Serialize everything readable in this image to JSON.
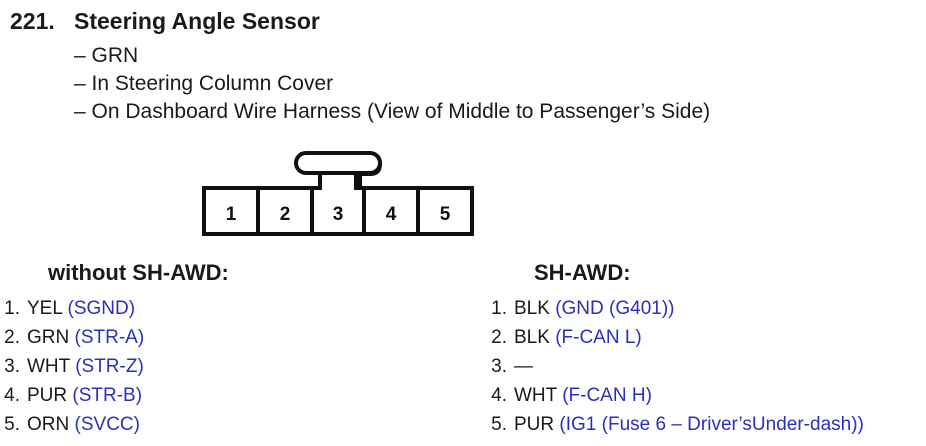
{
  "header": {
    "number": "221.",
    "title": "Steering Angle Sensor"
  },
  "details": [
    "– GRN",
    "– In Steering Column Cover",
    "– On Dashboard Wire Harness (View of Middle to Passenger’s Side)"
  ],
  "connector": {
    "pins": [
      "1",
      "2",
      "3",
      "4",
      "5"
    ],
    "colors": {
      "outline": "#111111",
      "signal_text": "#2b2fbf"
    }
  },
  "without_sh_awd": {
    "heading": "without SH-AWD:",
    "pins": [
      {
        "num": "1.",
        "wire": "YEL",
        "signal": "(SGND)"
      },
      {
        "num": "2.",
        "wire": "GRN",
        "signal": "(STR-A)"
      },
      {
        "num": "3.",
        "wire": "WHT",
        "signal": "(STR-Z)"
      },
      {
        "num": "4.",
        "wire": "PUR",
        "signal": "(STR-B)"
      },
      {
        "num": "5.",
        "wire": "ORN",
        "signal": "(SVCC)"
      }
    ]
  },
  "sh_awd": {
    "heading": "SH-AWD:",
    "pins": [
      {
        "num": "1.",
        "wire": "BLK",
        "signal": "(GND (G401))"
      },
      {
        "num": "2.",
        "wire": "BLK",
        "signal": "(F-CAN L)"
      },
      {
        "num": "3.",
        "wire": "—",
        "signal": ""
      },
      {
        "num": "4.",
        "wire": "WHT",
        "signal": "(F-CAN H)"
      },
      {
        "num": "5.",
        "wire": "PUR",
        "signal": "(IG1 (Fuse 6 – Driver’sUnder-dash))"
      }
    ]
  }
}
